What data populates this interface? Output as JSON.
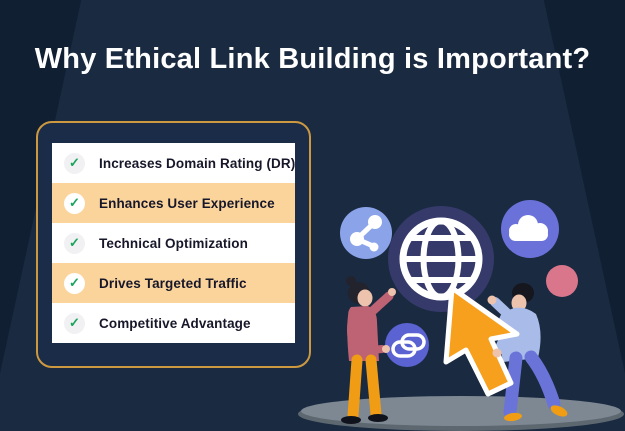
{
  "title": "Why Ethical Link Building is Important?",
  "checklist": {
    "check_glyph": "✓",
    "items": [
      {
        "label": "Increases Domain Rating (DR)",
        "highlighted": false
      },
      {
        "label": "Enhances User Experience",
        "highlighted": true
      },
      {
        "label": "Technical Optimization",
        "highlighted": false
      },
      {
        "label": "Drives Targeted Traffic",
        "highlighted": true
      },
      {
        "label": "Competitive Advantage",
        "highlighted": false
      }
    ]
  },
  "illustration": {
    "description": "Two people reaching toward a large globe icon with an orange mouse cursor, surrounded by share, cloud and chain-link badges on a grey ground shadow",
    "icon_badges": [
      "share-icon",
      "cloud-icon",
      "link-icon",
      "globe-icon",
      "cursor-icon"
    ],
    "decorations": [
      "pink-dot",
      "ground-shadow",
      "person-left",
      "person-right"
    ]
  },
  "colors": {
    "background": "#111f33",
    "spotlight": "#1a2a41",
    "card_background": "#1b2c48",
    "card_border": "#cc9941",
    "row_default": "#ffffff",
    "row_highlight": "#fbd49c",
    "check_green": "#16a45c",
    "title_text": "#ffffff",
    "item_text": "#17172a",
    "globe_navy": "#353a6a",
    "badge_light_blue": "#8ba3e8",
    "badge_periwinkle": "#6a71d9",
    "badge_link_blue": "#5a63d1",
    "accent_pink": "#d9768b",
    "cursor_orange": "#f7a01d",
    "ground_grey": "#7e8893",
    "sweater_rose": "#bd6374",
    "pants_orange": "#f09c14",
    "shirt_light_blue": "#a8bbe9",
    "pants_periwinkle": "#6a74d8"
  }
}
